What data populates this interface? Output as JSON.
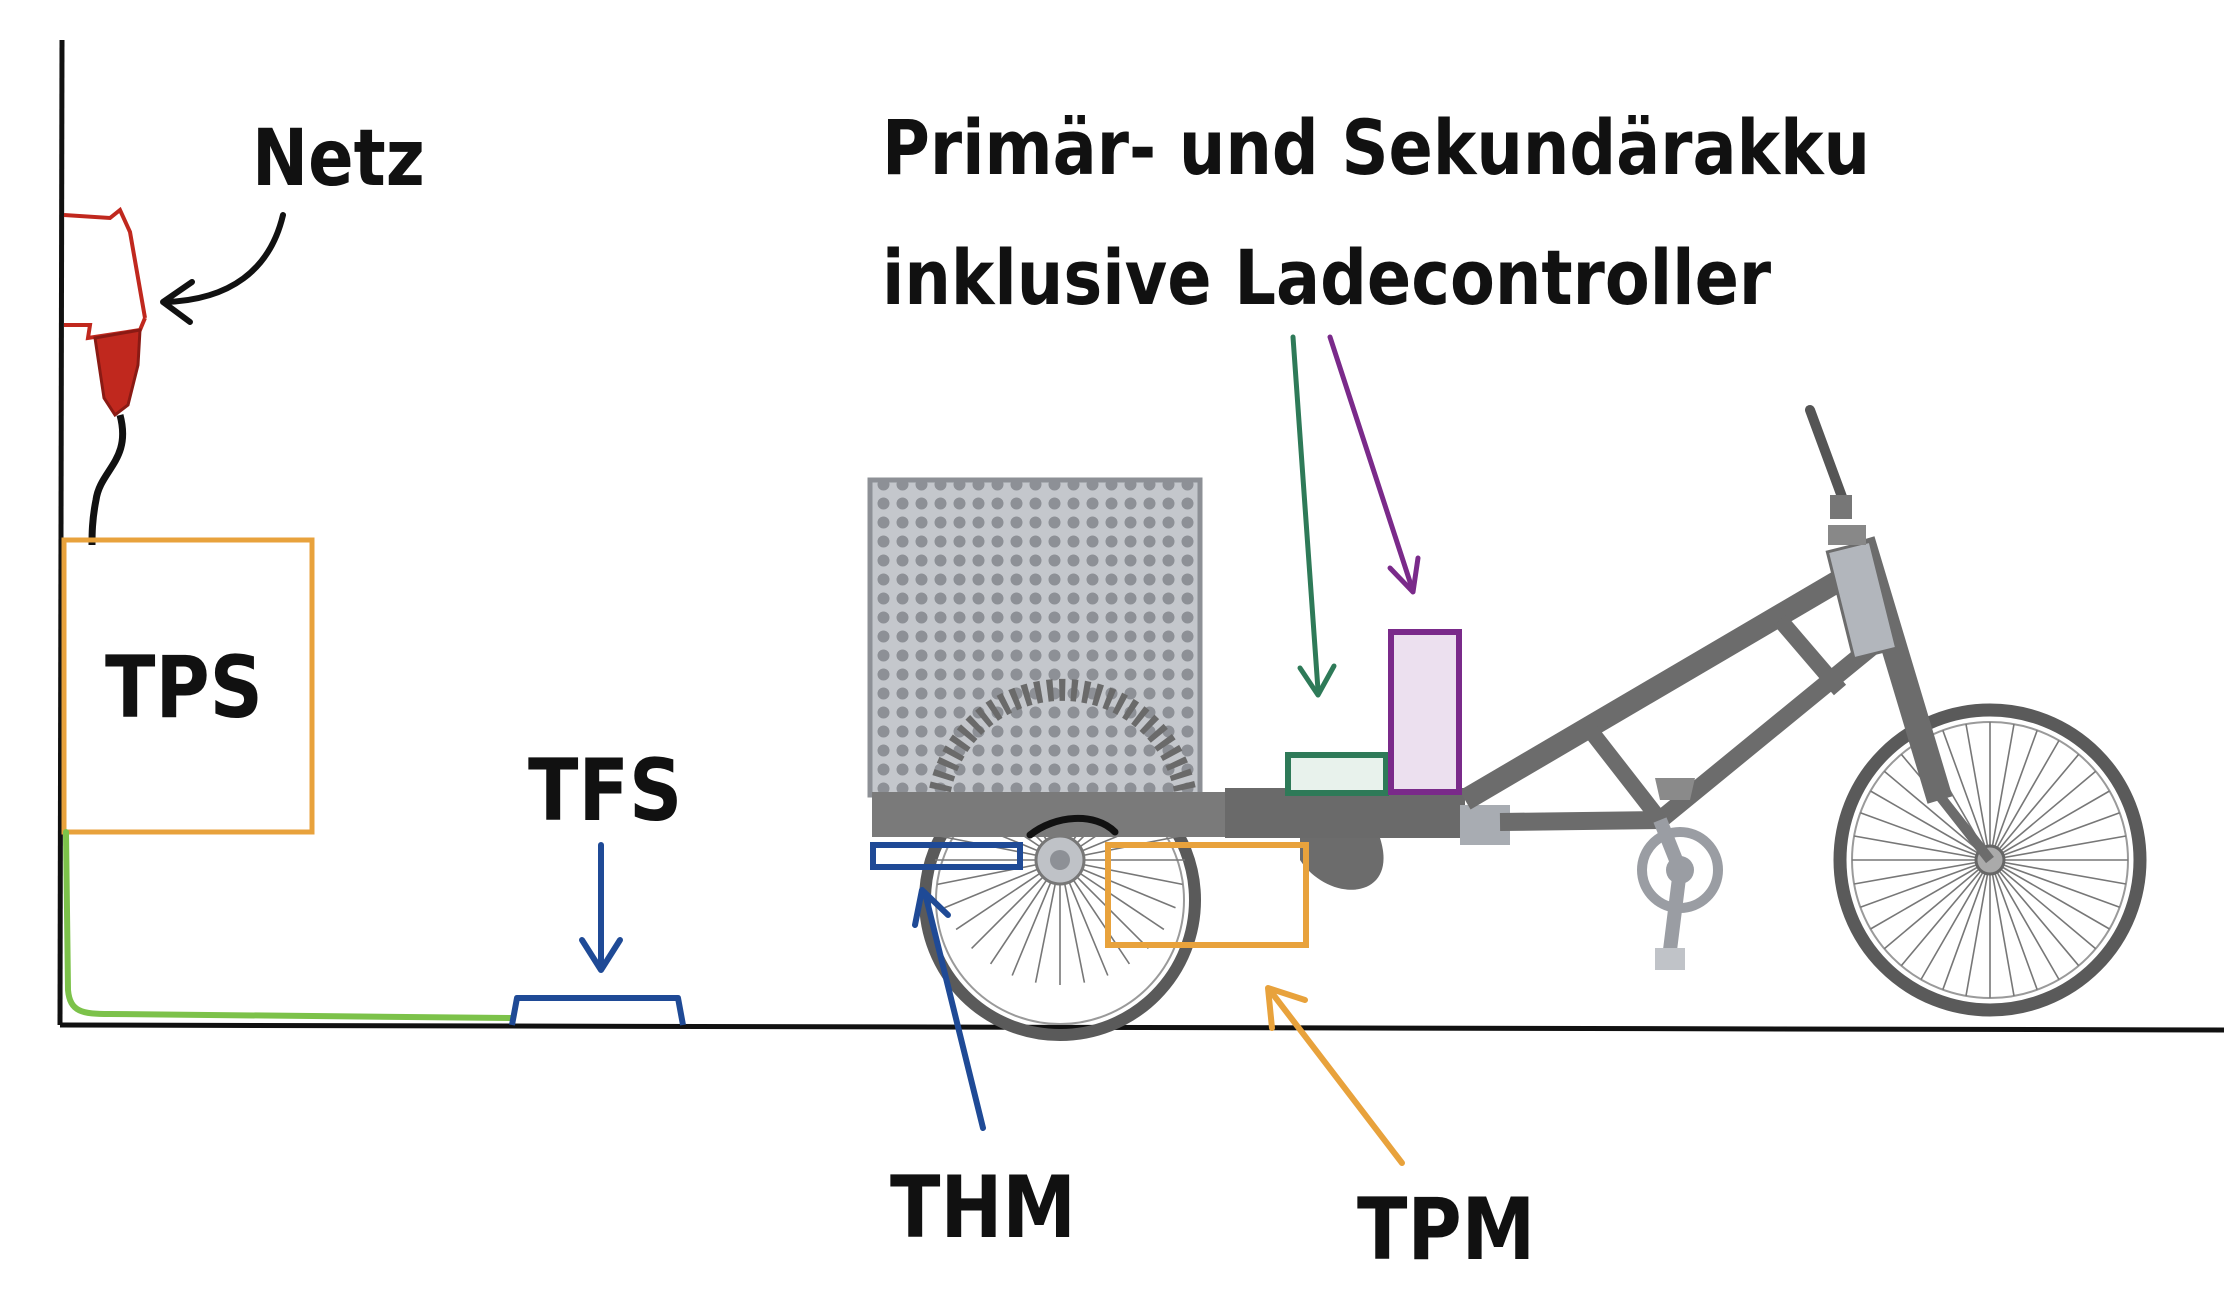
{
  "labels": {
    "netz": "Netz",
    "tps": "TPS",
    "tfs": "TFS",
    "thm": "THM",
    "tpm": "TPM",
    "akku_line1": "Primär- und Sekundärakku",
    "akku_line2": "inklusive Ladecontroller"
  },
  "colors": {
    "outline": "#111111",
    "plug": "#c0281e",
    "tps_box": "#e8a23c",
    "cable_green": "#7cc24a",
    "tfs_thm_blue": "#1f4a96",
    "tpm_orange": "#e8a23c",
    "green_arrow": "#2e7a58",
    "purple_arrow": "#7a2a8a",
    "bike_frame": "#6c6c6c",
    "wheel": "#5a5a5a"
  }
}
